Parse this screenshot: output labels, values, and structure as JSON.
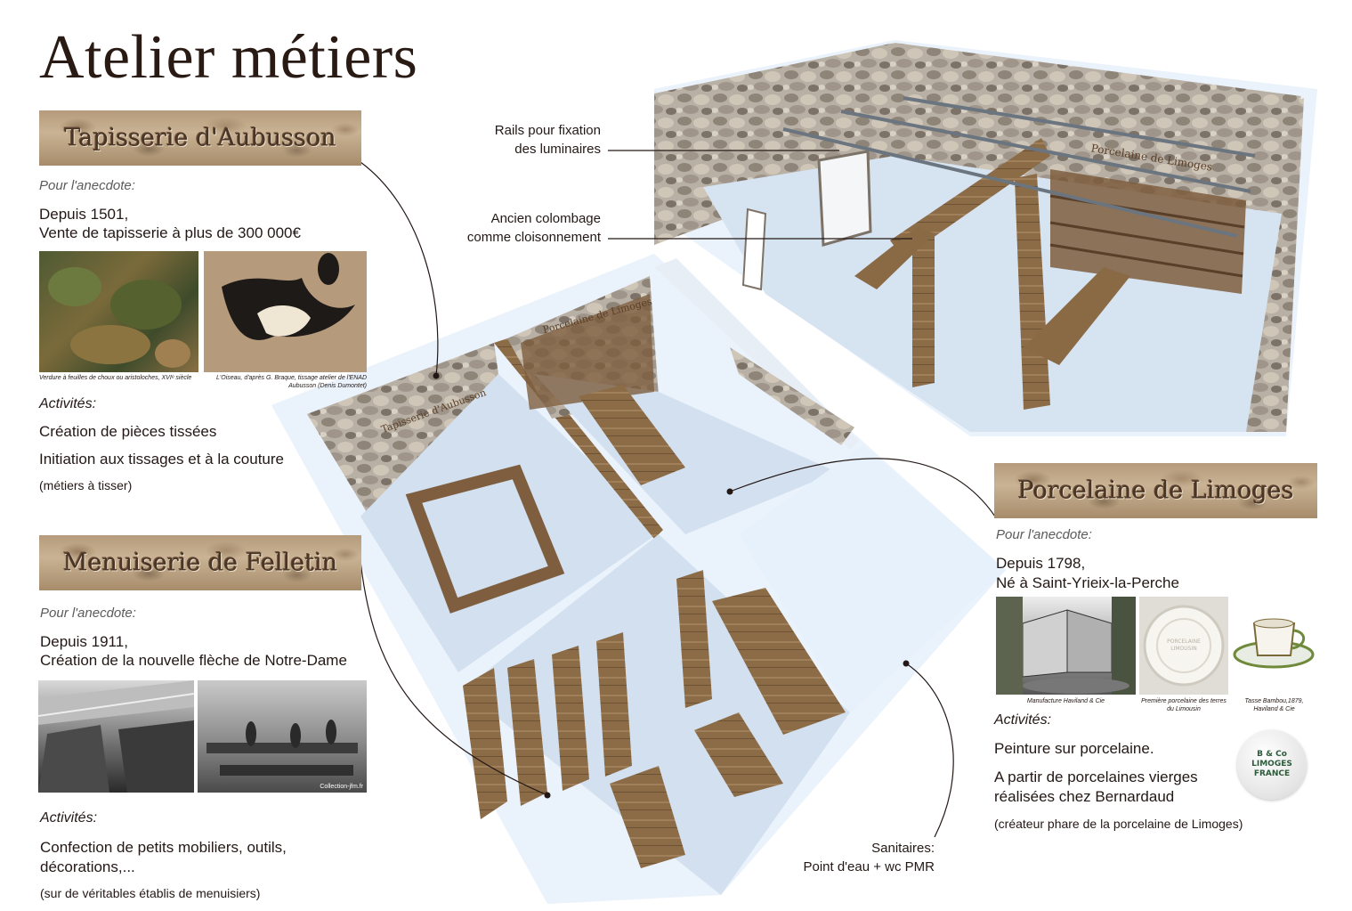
{
  "title": "Atelier métiers",
  "left_top": {
    "banner": "Tapisserie d'Aubusson",
    "anecdote_label": "Pour l'anecdote:",
    "anecdote_line1": "Depuis 1501,",
    "anecdote_line2": "Vente de tapisserie à plus de 300 000€",
    "caption1": "Verdure à feuilles de choux ou aristoloches, XVIᵉ siècle",
    "caption2": "L'Oiseau, d'après G. Braque, tissage atelier de l'ENAD Aubusson (Denis Dumontet)",
    "activities_label": "Activités:",
    "activity1": "Création de pièces tissées",
    "activity2": "Initiation aux tissages et à la couture",
    "activity_note": "(métiers à tisser)"
  },
  "left_bottom": {
    "banner": "Menuiserie de Felletin",
    "anecdote_label": "Pour l'anecdote:",
    "anecdote_line1": "Depuis 1911,",
    "anecdote_line2": "Création de la nouvelle flèche de Notre-Dame",
    "photo_credit": "Collection-jfm.fr",
    "activities_label": "Activités:",
    "activity1": "Confection de petits mobiliers, outils,",
    "activity1b": "décorations,...",
    "activity_note": "(sur de véritables établis de menuisiers)"
  },
  "right": {
    "banner": "Porcelaine de Limoges",
    "anecdote_label": "Pour l'anecdote:",
    "anecdote_line1": "Depuis 1798,",
    "anecdote_line2": "Né à Saint-Yrieix-la-Perche",
    "caption1": "Manufacture Haviland & Cie",
    "caption2": "Première porcelaine des terres du Limousin",
    "caption3": "Tasse Bambou,1879, Haviland & Cie",
    "stamp_text": "B & Co LIMOGES FRANCE",
    "activities_label": "Activités:",
    "activity1": "Peinture sur porcelaine.",
    "activity2": "A partir de porcelaines vierges",
    "activity2b": "réalisées chez Bernardaud",
    "activity_note": "(créateur phare de la porcelaine de Limoges)"
  },
  "annotations": {
    "rails_line1": "Rails pour fixation",
    "rails_line2": "des luminaires",
    "colombage_line1": "Ancien colombage",
    "colombage_line2": "comme cloisonnement",
    "sanitaires_line1": "Sanitaires:",
    "sanitaires_line2": "Point d'eau + wc PMR"
  },
  "plan_labels": {
    "room_tapisserie": "Tapisserie d'Aubusson",
    "room_porcelaine": "Porcelaine de Limoges"
  },
  "colors": {
    "text": "#231815",
    "stone": "#a8a29a",
    "wood": "#8a6a45",
    "floor": "#d8e4f2"
  }
}
